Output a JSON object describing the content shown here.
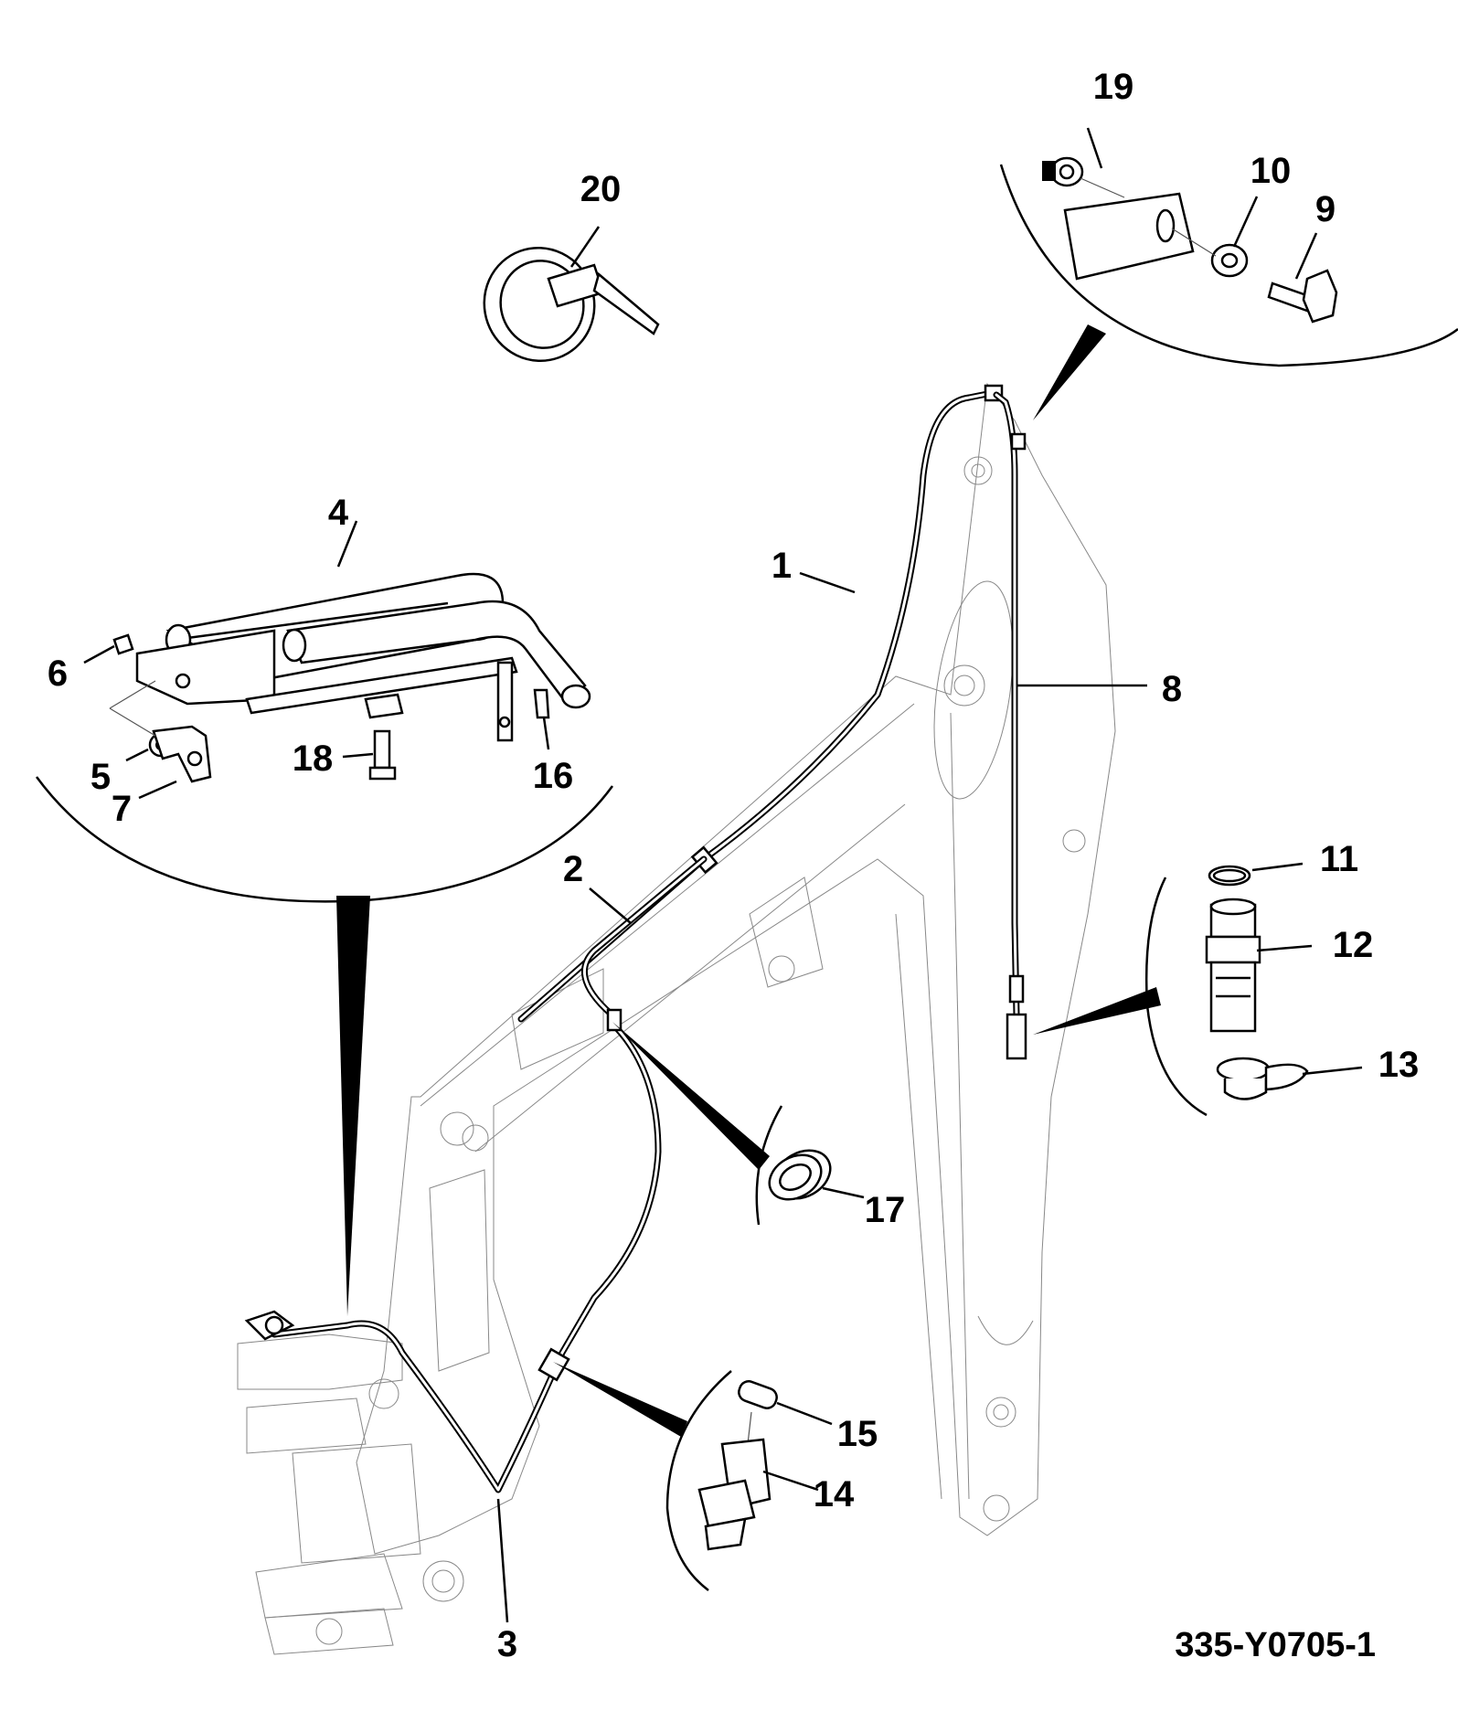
{
  "drawing_number": "335-Y0705-1",
  "callouts": [
    "1",
    "2",
    "3",
    "4",
    "5",
    "6",
    "7",
    "8",
    "9",
    "10",
    "11",
    "12",
    "13",
    "14",
    "15",
    "16",
    "17",
    "18",
    "19",
    "20"
  ],
  "parts": [
    {
      "id": "1",
      "icon": "hose-line-icon"
    },
    {
      "id": "2",
      "icon": "hose-line-icon"
    },
    {
      "id": "3",
      "icon": "hose-line-icon"
    },
    {
      "id": "4",
      "icon": "pipe-assembly-icon"
    },
    {
      "id": "5",
      "icon": "nut-icon"
    },
    {
      "id": "6",
      "icon": "nut-icon"
    },
    {
      "id": "7",
      "icon": "bracket-icon"
    },
    {
      "id": "8",
      "icon": "hose-line-icon"
    },
    {
      "id": "9",
      "icon": "bolt-icon"
    },
    {
      "id": "10",
      "icon": "washer-icon"
    },
    {
      "id": "11",
      "icon": "o-ring-icon"
    },
    {
      "id": "12",
      "icon": "coupling-icon"
    },
    {
      "id": "13",
      "icon": "dust-cap-icon"
    },
    {
      "id": "14",
      "icon": "adapter-icon"
    },
    {
      "id": "15",
      "icon": "cap-icon"
    },
    {
      "id": "16",
      "icon": "clip-icon"
    },
    {
      "id": "17",
      "icon": "grommet-icon"
    },
    {
      "id": "18",
      "icon": "bolt-icon"
    },
    {
      "id": "19",
      "icon": "nut-icon"
    },
    {
      "id": "20",
      "icon": "cable-tie-icon"
    }
  ]
}
